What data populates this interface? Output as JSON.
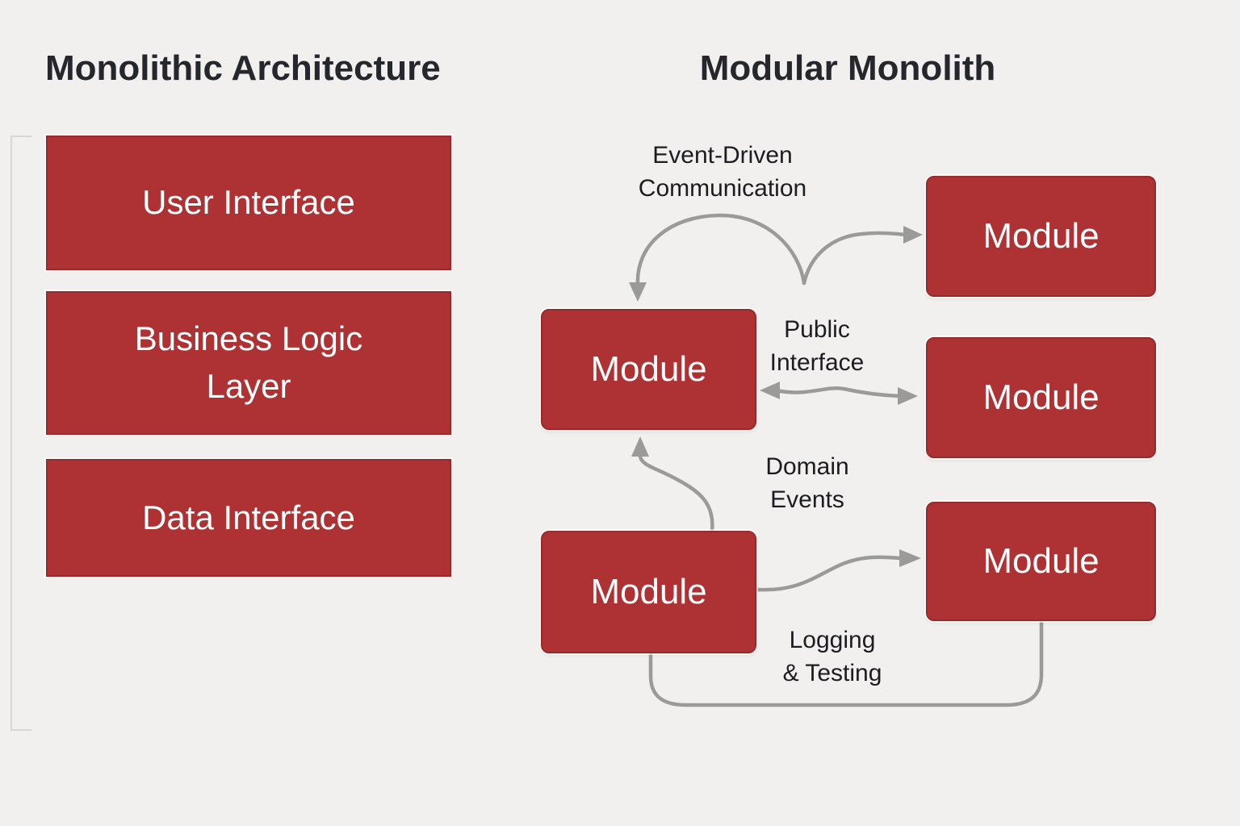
{
  "left_panel": {
    "title": "Monolithic Architecture",
    "layers": [
      {
        "label": "User Interface"
      },
      {
        "label": "Business Logic\nLayer"
      },
      {
        "label": "Data Interface"
      }
    ]
  },
  "right_panel": {
    "title": "Modular Monolith",
    "module_label": "Module",
    "annotations": {
      "event_driven": "Event-Driven\nCommunication",
      "public_interface": "Public\nInterface",
      "domain_events": "Domain\nEvents",
      "logging_testing": "Logging\n& Testing"
    }
  },
  "colors": {
    "background": "#f1f0ee",
    "box_red": "#ae3134",
    "box_red_border": "#982a2d",
    "box_text": "#ffffff",
    "title_text": "#25272d",
    "label_text": "#1b1d21",
    "arrow_gray": "#9a9a9a",
    "bracket_gray": "#d8d7d4"
  }
}
